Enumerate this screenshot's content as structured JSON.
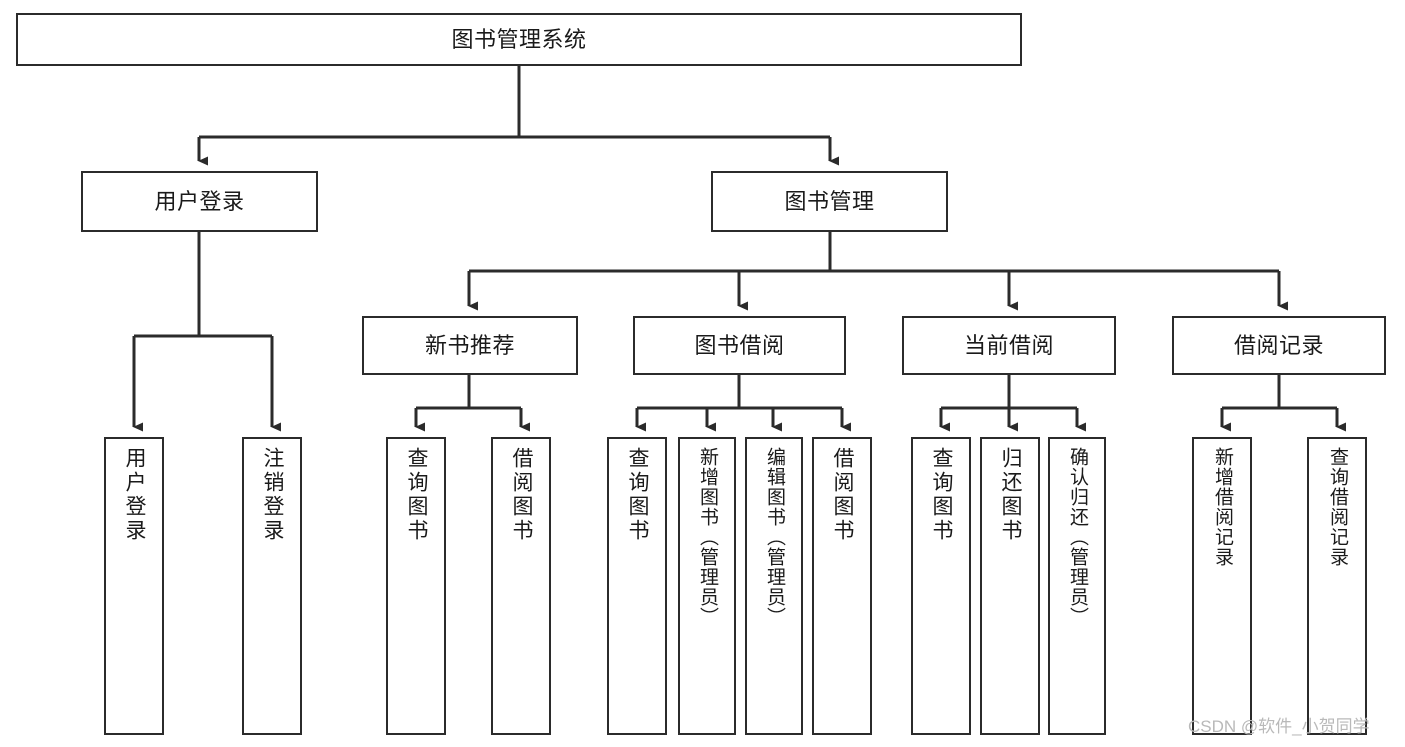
{
  "diagram": {
    "type": "tree",
    "title": "图书管理系统",
    "style": {
      "box_fill": "#ffffff",
      "box_stroke": "#2b2b2b",
      "edge_stroke": "#2b2b2b",
      "text_color": "#1a1a1a",
      "background": "#ffffff",
      "watermark_color": "#b9b9b9"
    },
    "root": {
      "label": "图书管理系统"
    },
    "level2": [
      {
        "id": "user-login",
        "label": "用户登录"
      },
      {
        "id": "book-manage",
        "label": "图书管理"
      }
    ],
    "level3": [
      {
        "id": "new-book-recommend",
        "label": "新书推荐"
      },
      {
        "id": "book-borrow",
        "label": "图书借阅"
      },
      {
        "id": "current-borrow",
        "label": "当前借阅"
      },
      {
        "id": "borrow-record",
        "label": "借阅记录"
      }
    ],
    "leaves": {
      "user-login": [
        {
          "id": "leaf-user-login",
          "label": "用户登录"
        },
        {
          "id": "leaf-user-logout",
          "label": "注销登录"
        }
      ],
      "new-book-recommend": [
        {
          "id": "leaf-query-book-1",
          "label": "查询图书"
        },
        {
          "id": "leaf-borrow-book-1",
          "label": "借阅图书"
        }
      ],
      "book-borrow": [
        {
          "id": "leaf-query-book-2",
          "label": "查询图书"
        },
        {
          "id": "leaf-add-book",
          "label": "新增图书（管理员）"
        },
        {
          "id": "leaf-edit-book",
          "label": "编辑图书（管理员）"
        },
        {
          "id": "leaf-borrow-book-2",
          "label": "借阅图书"
        }
      ],
      "current-borrow": [
        {
          "id": "leaf-query-book-3",
          "label": "查询图书"
        },
        {
          "id": "leaf-return-book",
          "label": "归还图书"
        },
        {
          "id": "leaf-confirm-return",
          "label": "确认归还（管理员）"
        }
      ],
      "borrow-record": [
        {
          "id": "leaf-add-record",
          "label": "新增借阅记录"
        },
        {
          "id": "leaf-query-record",
          "label": "查询借阅记录"
        }
      ]
    }
  },
  "watermark": {
    "text": "CSDN @软件_小贺同学"
  }
}
